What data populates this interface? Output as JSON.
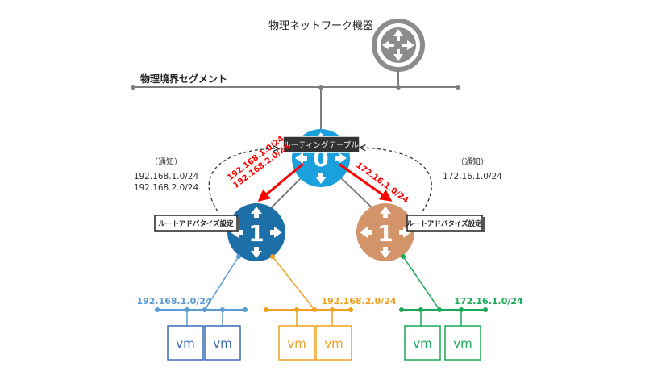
{
  "physical_device": {
    "label": "物理ネットワーク機器",
    "icon": "router-icon"
  },
  "segment": {
    "label": "物理境界セグメント"
  },
  "tier0": {
    "label": "ルーティングテーブル",
    "glyph": "0",
    "color": "#1aa0dc",
    "icon": "router-icon"
  },
  "tier1_left": {
    "label": "ルートアドバタイズ設定",
    "glyph": "1",
    "color": "#1d6fa8",
    "icon": "router-icon"
  },
  "tier1_right": {
    "label": "ルートアドバタイズ設定",
    "glyph": "1",
    "color": "#d4946a",
    "icon": "router-icon"
  },
  "notify_left": {
    "heading": "（通知）",
    "lines": [
      "192.168.1.0/24",
      "192.168.2.0/24"
    ]
  },
  "notify_right": {
    "heading": "（通知）",
    "lines": [
      "172.16.1.0/24"
    ]
  },
  "arrow_left_labels": [
    "192.168.1.0/24",
    "192.168.2.0/24"
  ],
  "arrow_right_label": "172.16.1.0/24",
  "networks": [
    {
      "cidr": "192.168.1.0/24",
      "color": "#5b9bd5",
      "vms": [
        "vm",
        "vm"
      ]
    },
    {
      "cidr": "192.168.2.0/24",
      "color": "#f0a020",
      "vms": [
        "vm",
        "vm"
      ]
    },
    {
      "cidr": "172.16.1.0/24",
      "color": "#1aaa55",
      "vms": [
        "vm",
        "vm"
      ]
    }
  ],
  "colors": {
    "line": "#7f7f7f",
    "arrow": "#ff0000",
    "vm_left": "#3a6ab8",
    "label_box": "#222222"
  }
}
